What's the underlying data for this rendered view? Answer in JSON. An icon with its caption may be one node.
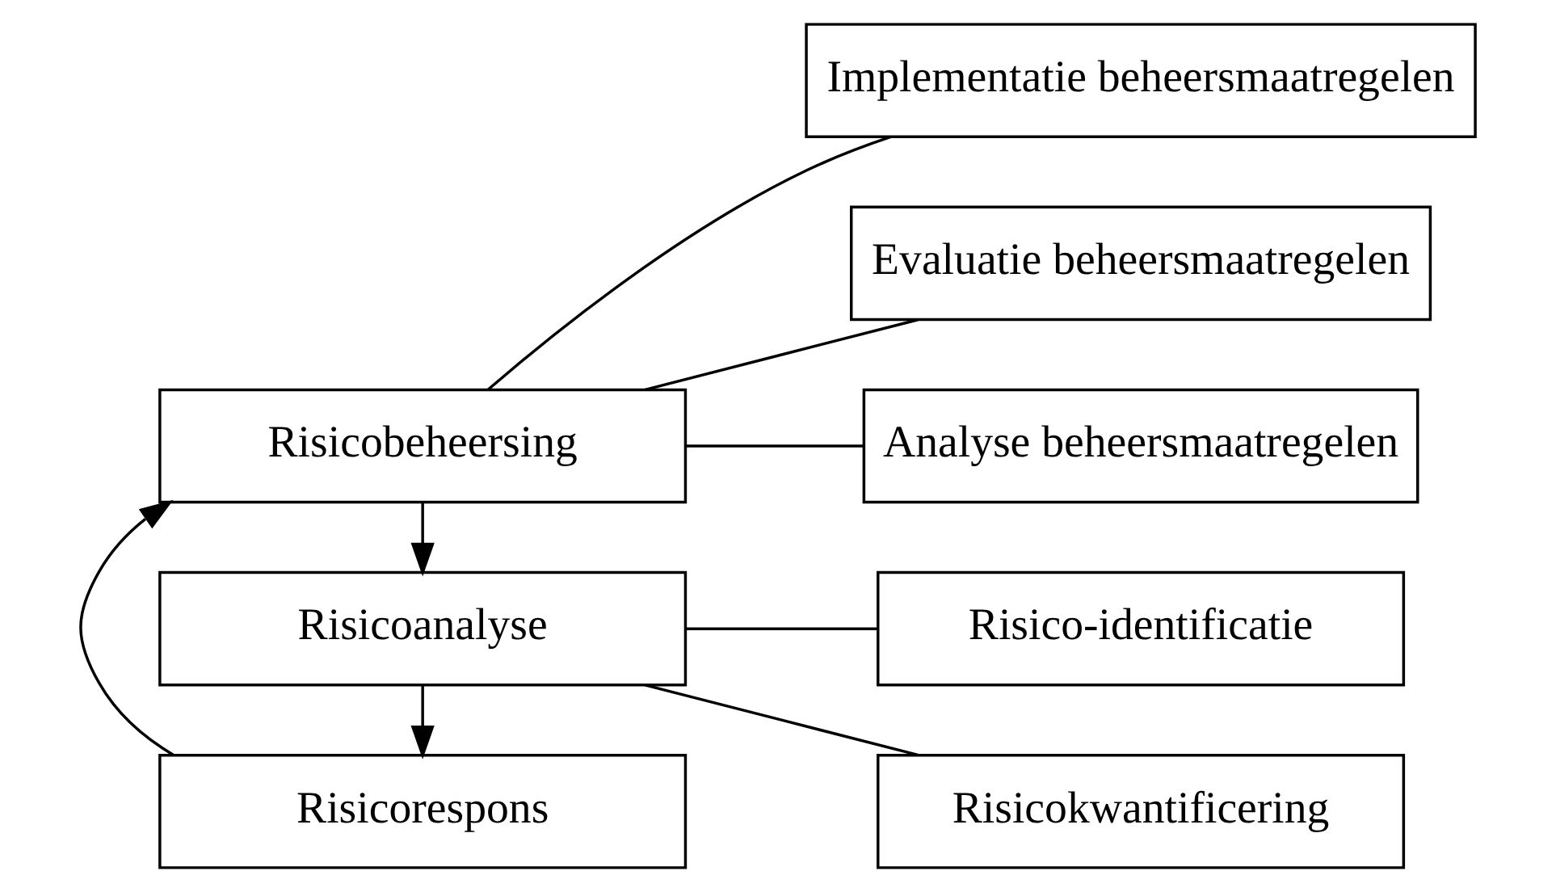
{
  "diagram": {
    "nodes": [
      {
        "text": [
          "Risicoanalyse"
        ]
      },
      {
        "text": [
          "Risico-identificatie"
        ]
      },
      {
        "text": [
          "Risicokwantificering"
        ]
      },
      {
        "text": [
          "Risicorespons"
        ]
      },
      {
        "text": [
          "Risicobeheersing"
        ]
      },
      {
        "text": [
          "Analyse beheersmaatregelen"
        ]
      },
      {
        "text": [
          "Implementatie beheersmaatregelen"
        ]
      },
      {
        "text": [
          "Evaluatie beheersmaatregelen"
        ]
      }
    ],
    "edges": [
      {
        "from": 0,
        "to": 1,
        "arrow": "none"
      },
      {
        "from": 0,
        "to": 2,
        "arrow": "none"
      },
      {
        "from": 0,
        "to": 3,
        "arrow": "to"
      },
      {
        "from": 3,
        "to": 4,
        "arrow": "to"
      },
      {
        "from": 4,
        "to": 0,
        "arrow": "to"
      },
      {
        "from": 4,
        "to": 5,
        "arrow": "none"
      },
      {
        "from": 4,
        "to": 6,
        "arrow": "none"
      },
      {
        "from": 4,
        "to": 7,
        "arrow": "none"
      }
    ]
  }
}
